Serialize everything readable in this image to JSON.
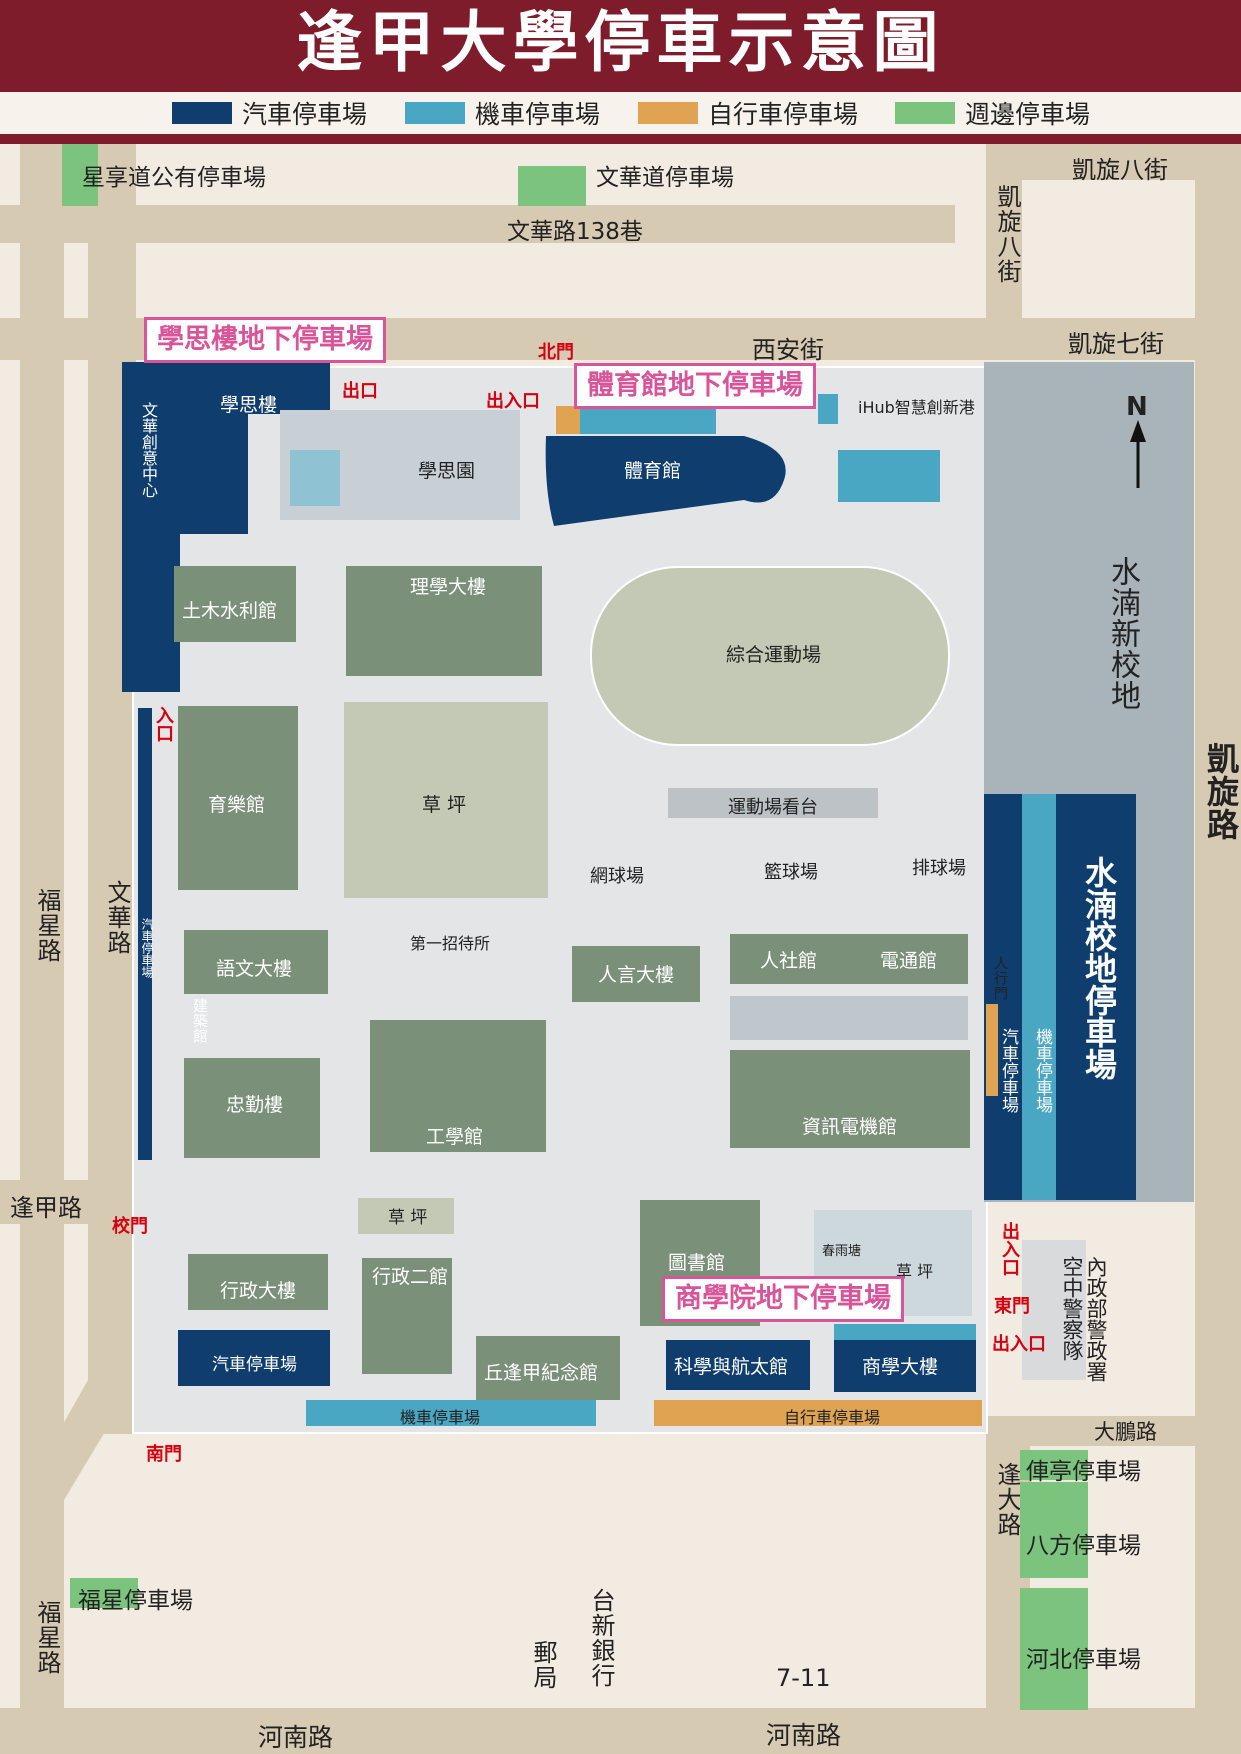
{
  "title": "逢甲大學停車示意圖",
  "legend": [
    {
      "label": "汽車停車場",
      "color": "#0f3d6e"
    },
    {
      "label": "機車停車場",
      "color": "#4aa7c4"
    },
    {
      "label": "自行車停車場",
      "color": "#dfa351"
    },
    {
      "label": "週邊停車場",
      "color": "#7cc47e"
    }
  ],
  "roads": {
    "wenhua_138": "文華路138巷",
    "xian": "西安街",
    "kaixuan8_h": "凱旋八街",
    "kaixuan8_v": "凱旋八街",
    "kaixuan7": "凱旋七街",
    "kaixuan": "凱旋路",
    "fuxing_top": "福星路",
    "fuxing_bottom": "福星路",
    "wenhua": "文華路",
    "fengjia": "逢甲路",
    "henan_left": "河南路",
    "henan_right": "河南路",
    "dapeng": "大鵬路",
    "fengda": "逢大路"
  },
  "nearby_parking": {
    "xingxiang": "星享道公有停車場",
    "wenhuadao": "文華道停車場",
    "fuxing": "福星停車場",
    "juheting": "俥亭停車場",
    "bafang": "八方停車場",
    "hebei": "河北停車場"
  },
  "callouts": {
    "xuesi": "學思樓地下停車場",
    "tiyu": "體育館地下停車場",
    "shangxue": "商學院地下停車場"
  },
  "gates": {
    "north": "北門",
    "south": "南門",
    "east": "東門",
    "school": "校門",
    "exit": "出口",
    "inout_north": "出入口",
    "inout_east": "出入口",
    "inout_east_v": "出入口",
    "entrance": "入口",
    "pedestrian": "人行門"
  },
  "buildings": {
    "xuesi_lou": "學思樓",
    "wenhua_center": "文華創意中心",
    "xuesi_yuan": "學思園",
    "tiyuguan": "體育館",
    "ihub": "iHub智慧創新港",
    "shuinan_new": "水湳新校地",
    "tumu": "土木水利館",
    "lixue": "理學大樓",
    "zonghe": "綜合運動場",
    "yule": "育樂館",
    "caoping1": "草 坪",
    "kantai": "運動場看台",
    "wangqiu": "網球場",
    "lanqiu": "籃球場",
    "paiqiu": "排球場",
    "shuinan_lot": "水湳校地停車場",
    "car_lot_v": "汽車停車場",
    "moto_lot_v": "機車停車場",
    "car_lot_east": "汽車停車場",
    "yuwen": "語文大樓",
    "zhaodai": "第一招待所",
    "renyan": "人言大樓",
    "renshe": "人社館",
    "diantong": "電通館",
    "jianzhu": "建築館",
    "zhongqin": "忠勤樓",
    "gongxue": "工學館",
    "zixun": "資訊電機館",
    "caoping2": "草 坪",
    "xingzheng": "行政大樓",
    "xingzheng2": "行政二館",
    "tushu": "圖書館",
    "chunyu": "春雨塘",
    "caoping3": "草 坪",
    "car_lot_sw": "汽車停車場",
    "qiu": "丘逢甲紀念館",
    "keji": "科學與航太館",
    "shangxue_lou": "商學大樓",
    "moto_south": "機車停車場",
    "bike_south": "自行車停車場",
    "police": "內政部警政署空中警察隊"
  },
  "landmarks": {
    "post": "郵局",
    "bank": "台新銀行",
    "seven": "7-11"
  },
  "compass": "N"
}
